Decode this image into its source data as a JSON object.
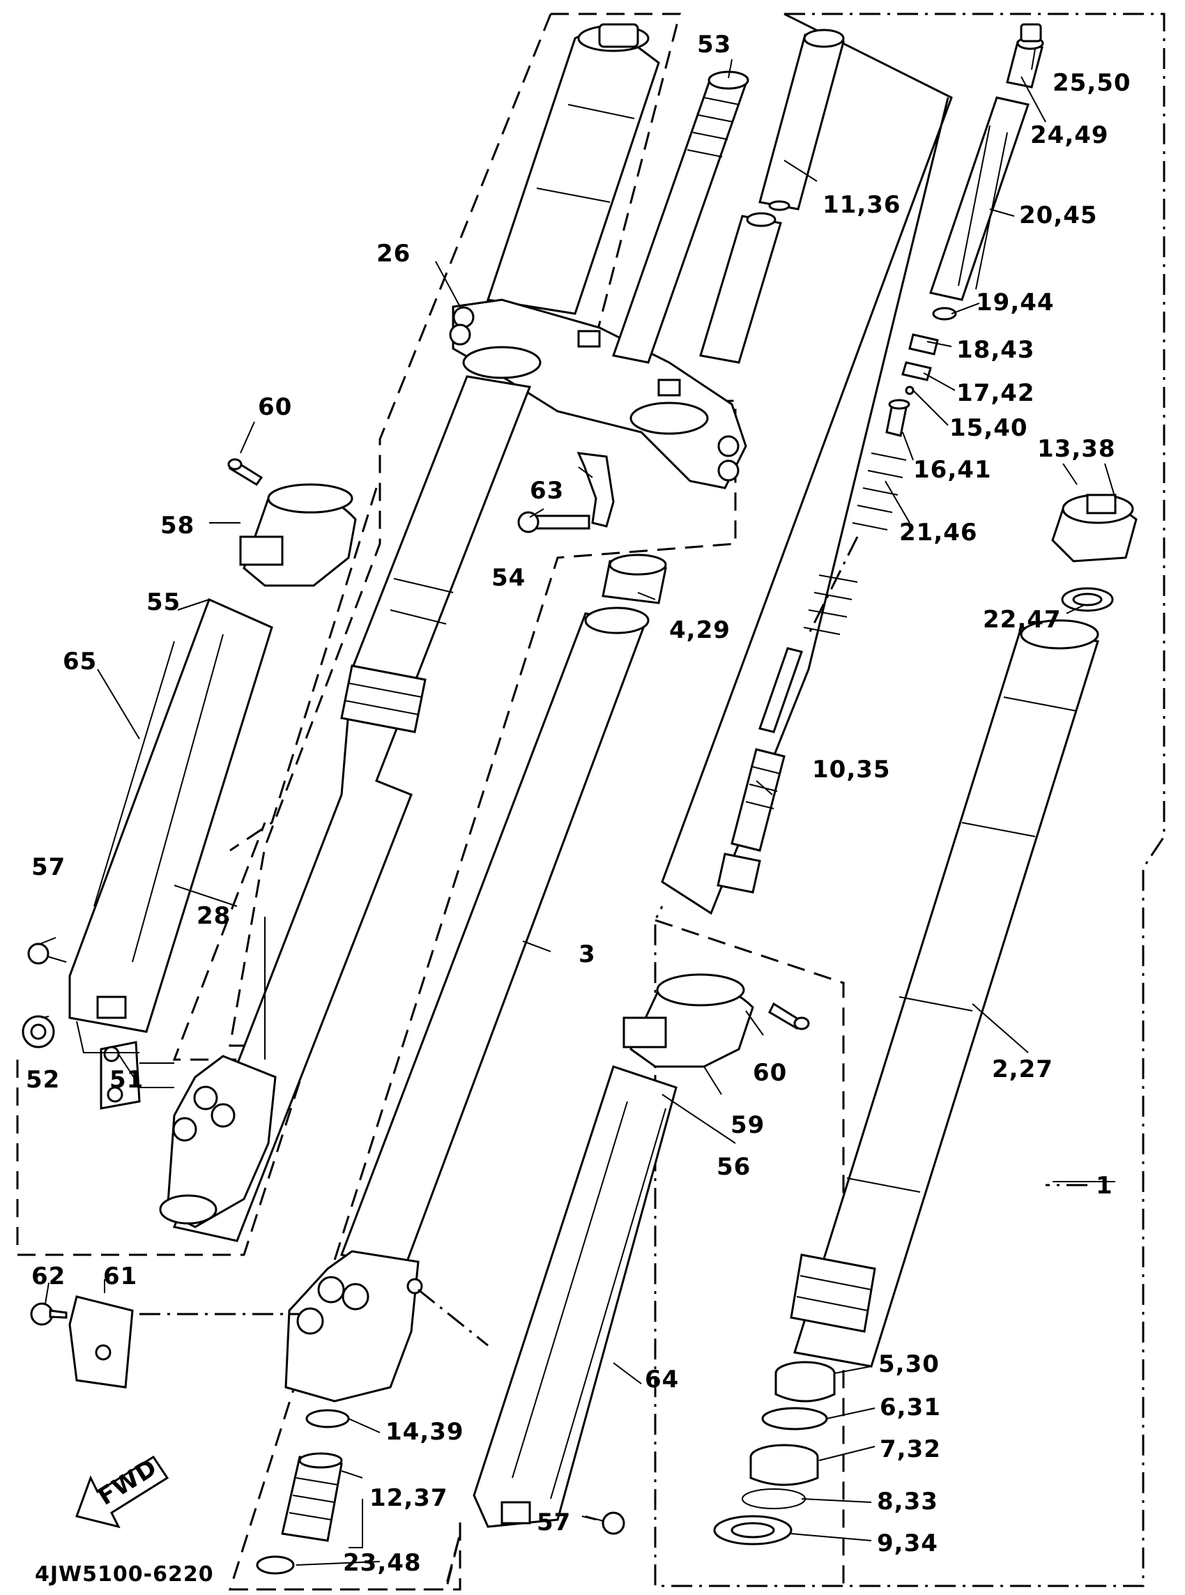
{
  "diagram_code": "4JW5100-6220",
  "fwd_label": "FWD",
  "callouts": {
    "c1": "1",
    "c2_27": "2,27",
    "c3": "3",
    "c4_29": "4,29",
    "c5_30": "5,30",
    "c6_31": "6,31",
    "c7_32": "7,32",
    "c8_33": "8,33",
    "c9_34": "9,34",
    "c10_35": "10,35",
    "c11_36": "11,36",
    "c12_37": "12,37",
    "c13_38": "13,38",
    "c14_39": "14,39",
    "c15_40": "15,40",
    "c16_41": "16,41",
    "c17_42": "17,42",
    "c18_43": "18,43",
    "c19_44": "19,44",
    "c20_45": "20,45",
    "c21_46": "21,46",
    "c22_47": "22,47",
    "c23_48": "23,48",
    "c24_49": "24,49",
    "c25_50": "25,50",
    "c26": "26",
    "c28": "28",
    "c51": "51",
    "c52": "52",
    "c53": "53",
    "c54": "54",
    "c55": "55",
    "c56": "56",
    "c57a": "57",
    "c57b": "57",
    "c58": "58",
    "c59": "59",
    "c60a": "60",
    "c60b": "60",
    "c61": "61",
    "c62": "62",
    "c63": "63",
    "c64": "64",
    "c65": "65"
  }
}
